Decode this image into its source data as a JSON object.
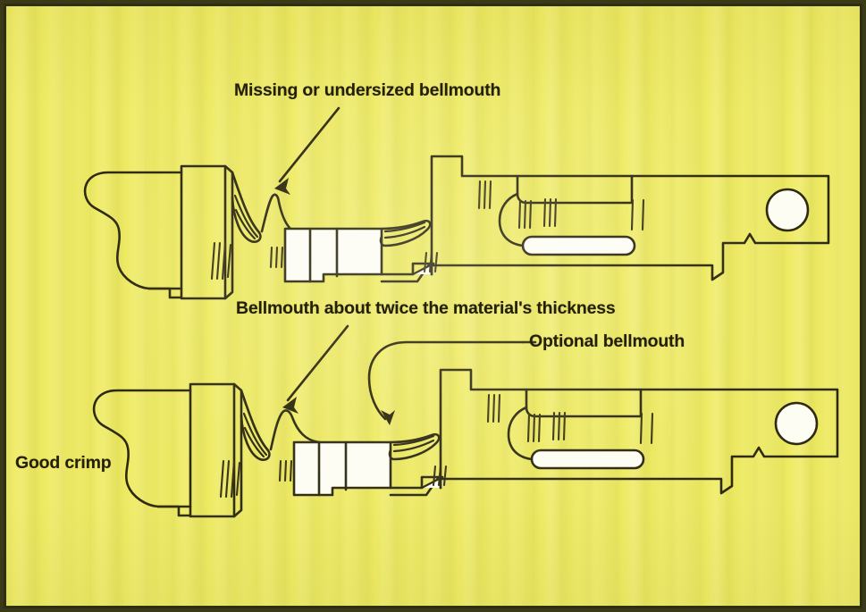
{
  "figure": {
    "title": "Crimp terminal bellmouth comparison",
    "background_color": "#efeb63",
    "border_color": "#2e2e10",
    "line_color": "#2e2a10",
    "fill_color": "#ffffff"
  },
  "labels": {
    "missing_bellmouth": "Missing or undersized bellmouth",
    "twice_thickness": "Bellmouth about twice the material's thickness",
    "optional_bellmouth": "Optional bellmouth",
    "good_crimp": "Good crimp"
  },
  "diagram": {
    "terminals": [
      {
        "id": "top-terminal",
        "name": "Terminal with missing or undersized bellmouth",
        "features": [
          "wire-entry-hook",
          "insulation-crimp-wings",
          "conductor-crimp-barrel",
          "blade-tab",
          "mounting-hole",
          "locking-slot"
        ]
      },
      {
        "id": "bottom-terminal",
        "name": "Terminal with correct bellmouth (good crimp)",
        "features": [
          "wire-entry-hook",
          "insulation-crimp-wings",
          "conductor-crimp-barrel",
          "bellmouth-flare",
          "blade-tab",
          "mounting-hole",
          "locking-slot"
        ]
      }
    ],
    "annotations": [
      {
        "id": "arrow-missing",
        "type": "straight-arrow",
        "points_to": "top-terminal crimp barrel front edge"
      },
      {
        "id": "arrow-twice",
        "type": "straight-arrow",
        "points_to": "bottom-terminal bellmouth flare"
      },
      {
        "id": "arrow-optional",
        "type": "curved-arrow",
        "points_to": "bottom-terminal optional rear bellmouth"
      }
    ]
  }
}
